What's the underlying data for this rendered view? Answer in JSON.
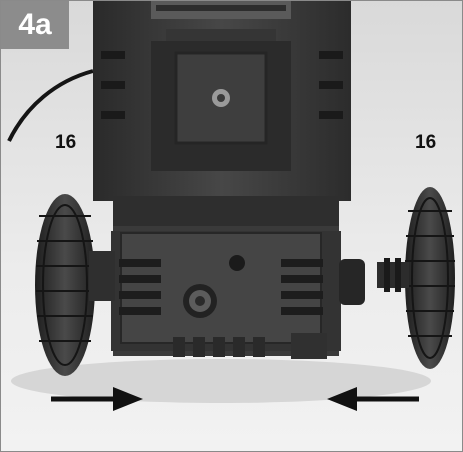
{
  "figure": {
    "step_label": "4a",
    "callout_left": "16",
    "callout_right": "16"
  },
  "icons": {
    "right_arrow": "arrow-right-icon",
    "left_arrow": "arrow-left-icon"
  },
  "colors": {
    "badge": "#8c8c8c",
    "background": "#e9e9e9",
    "machine": "#3a3a3a",
    "arrows": "#111111"
  }
}
